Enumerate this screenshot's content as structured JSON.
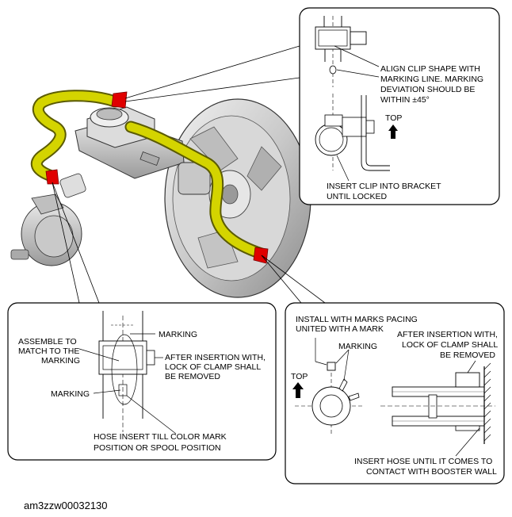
{
  "figure_id": "am3zzw00032130",
  "callout_top_right": {
    "align_lines": [
      "ALIGN CLIP SHAPE WITH",
      "MARKING LINE. MARKING",
      "DEVIATION SHOULD BE",
      "WITHIN ±45°"
    ],
    "top": "TOP",
    "insert_lines": [
      "INSERT CLIP INTO BRACKET",
      "UNTIL LOCKED"
    ]
  },
  "callout_bottom_left": {
    "marking_top": "MARKING",
    "assemble_lines": [
      "ASSEMBLE TO",
      "MATCH TO THE",
      "MARKING"
    ],
    "after_lines": [
      "AFTER INSERTION WITH,",
      "LOCK OF CLAMP SHALL",
      "BE REMOVED"
    ],
    "marking_bottom": "MARKING",
    "hose_lines": [
      "HOSE INSERT TILL COLOR MARK",
      "POSITION OR SPOOL POSITION"
    ]
  },
  "callout_bottom_right": {
    "install_lines": [
      "INSTALL WITH MARKS PACING",
      "UNITED WITH A MARK"
    ],
    "marking": "MARKING",
    "after_lines": [
      "AFTER INSERTION WITH,",
      "LOCK OF CLAMP SHALL",
      "BE REMOVED"
    ],
    "top": "TOP",
    "insert_lines": [
      "INSERT HOSE UNTIL IT COMES TO",
      "CONTACT WITH BOOSTER WALL"
    ]
  }
}
